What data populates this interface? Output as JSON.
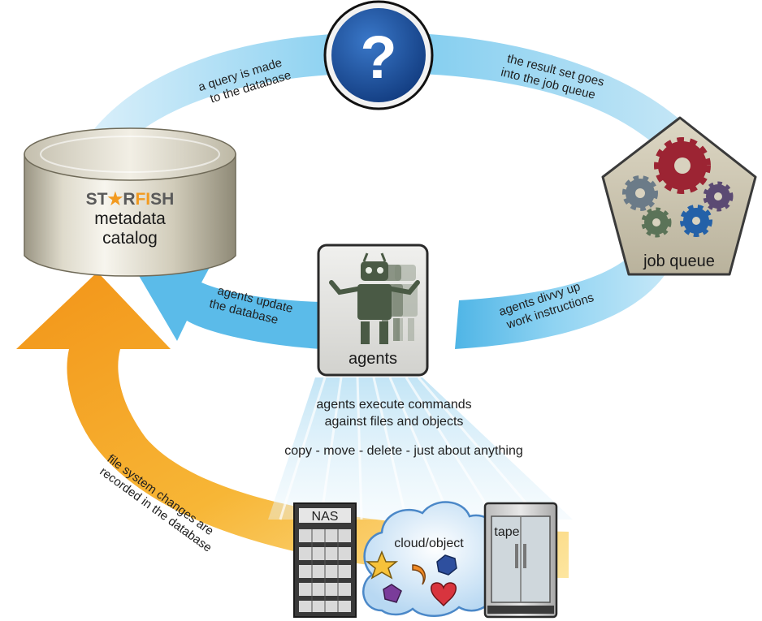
{
  "catalog": {
    "brand_pre": "ST",
    "brand_mid": "★",
    "brand_post_1": "R",
    "brand_post_2": "FI",
    "brand_post_3": "SH",
    "line1": "metadata",
    "line2": "catalog"
  },
  "query": {
    "symbol": "?"
  },
  "labels": {
    "query_made_1": "a query is made",
    "query_made_2": "to the database",
    "result_set_1": "the result set goes",
    "result_set_2": "into the job queue",
    "divvy_1": "agents divvy up",
    "divvy_2": "work instructions",
    "update_1": "agents update",
    "update_2": "the database",
    "execute_1": "agents execute commands",
    "execute_2": "against files and objects",
    "actions": "copy - move - delete - just about anything",
    "fs_changes_1": "file system changes are",
    "fs_changes_2": "recorded in the database"
  },
  "job_queue": {
    "label": "job queue"
  },
  "agents": {
    "label": "agents"
  },
  "storage": {
    "nas": "NAS",
    "cloud": "cloud/object",
    "tape": "tape"
  },
  "colors": {
    "blue_arrow": "#6cc2ea",
    "blue_arrow_light": "#c7e8f7",
    "orange_arrow": "#f3a21c",
    "yellow_arrow": "#fbd86a",
    "query_circle": "#1d4f9e",
    "brand_dark": "#5a5a5a",
    "brand_orange": "#f29a1f",
    "robot": "#4a5a45"
  }
}
